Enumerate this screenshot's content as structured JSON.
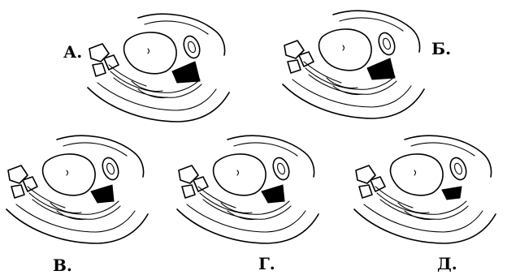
{
  "figure": {
    "panels": [
      {
        "label": "А.",
        "icon": "pelvic-section-sketch",
        "dark_region": "wide-triangle"
      },
      {
        "label": "Б.",
        "icon": "pelvic-section-sketch",
        "dark_region": "wide-triangle"
      },
      {
        "label": "В.",
        "icon": "pelvic-section-sketch",
        "dark_region": "wedge"
      },
      {
        "label": "Г.",
        "icon": "pelvic-section-sketch",
        "dark_region": "wedge"
      },
      {
        "label": "Д.",
        "icon": "pelvic-section-sketch",
        "dark_region": "narrow-wedge"
      }
    ],
    "ink_color": "#000000",
    "background_color": "#ffffff"
  }
}
